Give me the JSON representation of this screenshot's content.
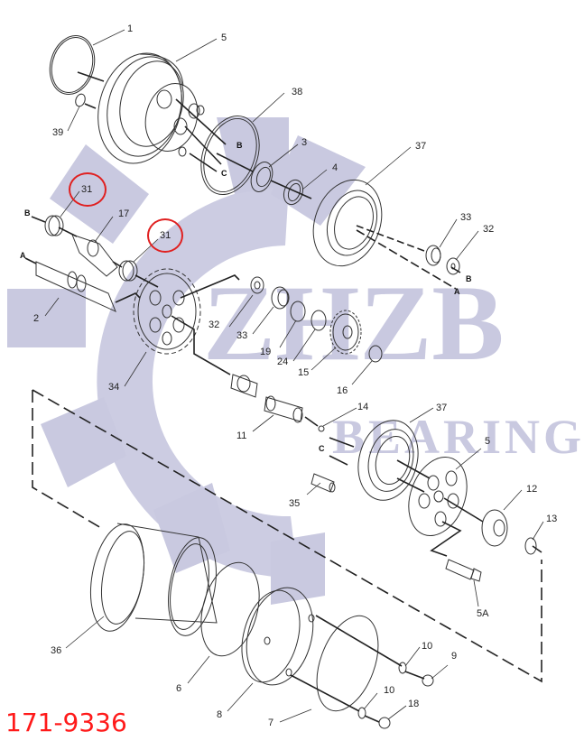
{
  "diagram": {
    "type": "exploded-parts-view",
    "part_number": "171-9336",
    "watermark": {
      "line1": "ZHZB",
      "line2": "BEARINGS",
      "color": "#c9c9e0"
    },
    "highlight_color": "#e02020",
    "part_number_color": "#ff1a1a",
    "highlighted_callouts": [
      "31",
      "31"
    ],
    "reference_letters": [
      {
        "id": "ref-b-top",
        "label": "B"
      },
      {
        "id": "ref-c-top",
        "label": "C"
      },
      {
        "id": "ref-b-left",
        "label": "B"
      },
      {
        "id": "ref-a-left",
        "label": "A"
      },
      {
        "id": "ref-b-right",
        "label": "B"
      },
      {
        "id": "ref-a-right",
        "label": "A"
      },
      {
        "id": "ref-c-mid",
        "label": "C"
      }
    ],
    "callouts": [
      {
        "id": "c1",
        "label": "1"
      },
      {
        "id": "c5-top",
        "label": "5"
      },
      {
        "id": "c39",
        "label": "39"
      },
      {
        "id": "c38",
        "label": "38"
      },
      {
        "id": "c3",
        "label": "3"
      },
      {
        "id": "c37-top",
        "label": "37"
      },
      {
        "id": "c4",
        "label": "4"
      },
      {
        "id": "c31-left",
        "label": "31"
      },
      {
        "id": "c17",
        "label": "17"
      },
      {
        "id": "c31-right",
        "label": "31"
      },
      {
        "id": "c33-top",
        "label": "33"
      },
      {
        "id": "c32-top",
        "label": "32"
      },
      {
        "id": "c2",
        "label": "2"
      },
      {
        "id": "c32-mid",
        "label": "32"
      },
      {
        "id": "c33-mid",
        "label": "33"
      },
      {
        "id": "c19",
        "label": "19"
      },
      {
        "id": "c24",
        "label": "24"
      },
      {
        "id": "c15",
        "label": "15"
      },
      {
        "id": "c16",
        "label": "16"
      },
      {
        "id": "c34",
        "label": "34"
      },
      {
        "id": "c14",
        "label": "14"
      },
      {
        "id": "c11",
        "label": "11"
      },
      {
        "id": "c37-mid",
        "label": "37"
      },
      {
        "id": "c5-mid",
        "label": "5"
      },
      {
        "id": "c12",
        "label": "12"
      },
      {
        "id": "c13",
        "label": "13"
      },
      {
        "id": "c35",
        "label": "35"
      },
      {
        "id": "c5a",
        "label": "5A"
      },
      {
        "id": "c36",
        "label": "36"
      },
      {
        "id": "c6",
        "label": "6"
      },
      {
        "id": "c8",
        "label": "8"
      },
      {
        "id": "c10-top",
        "label": "10"
      },
      {
        "id": "c9",
        "label": "9"
      },
      {
        "id": "c10-bottom",
        "label": "10"
      },
      {
        "id": "c18",
        "label": "18"
      },
      {
        "id": "c7",
        "label": "7"
      }
    ]
  }
}
